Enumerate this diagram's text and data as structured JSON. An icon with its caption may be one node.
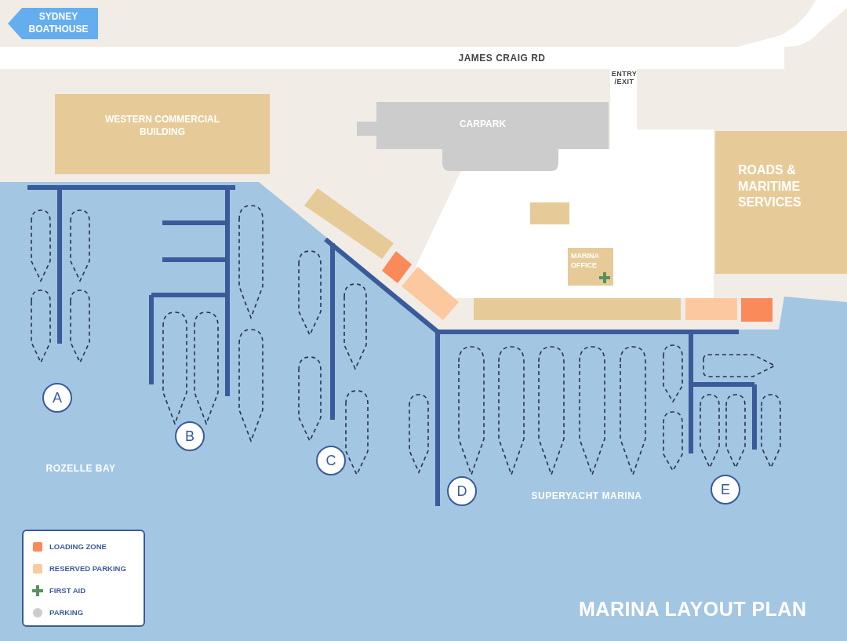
{
  "diagram": {
    "title": "MARINA LAYOUT PLAN",
    "nodes": [
      {
        "text": [
          "SYDNEY BOATHOUSE"
        ]
      },
      {
        "text": [
          "WESTERN COMMERCIAL BUILDING"
        ]
      },
      {
        "text": [
          "CARPARK"
        ]
      },
      {
        "text": [
          "ROADS & MARITIME SERVICES"
        ]
      },
      {
        "text": [
          "MARINA OFFICE"
        ]
      },
      {
        "text": [
          "A"
        ]
      },
      {
        "text": [
          "B"
        ]
      },
      {
        "text": [
          "C"
        ]
      },
      {
        "text": [
          "D"
        ]
      },
      {
        "text": [
          "E"
        ]
      }
    ],
    "edges": [],
    "labels": [
      "JAMES CRAIG RD",
      "ENTRY /EXIT",
      "ROZELLE BAY",
      "SUPERYACHT MARINA"
    ],
    "legend": [
      {
        "text": "LOADING ZONE",
        "color": "#fa8a5a"
      },
      {
        "text": "RESERVED PARKING",
        "color": "#fcc8a0"
      },
      {
        "text": "FIRST AID"
      },
      {
        "text": "PARKING"
      }
    ]
  }
}
